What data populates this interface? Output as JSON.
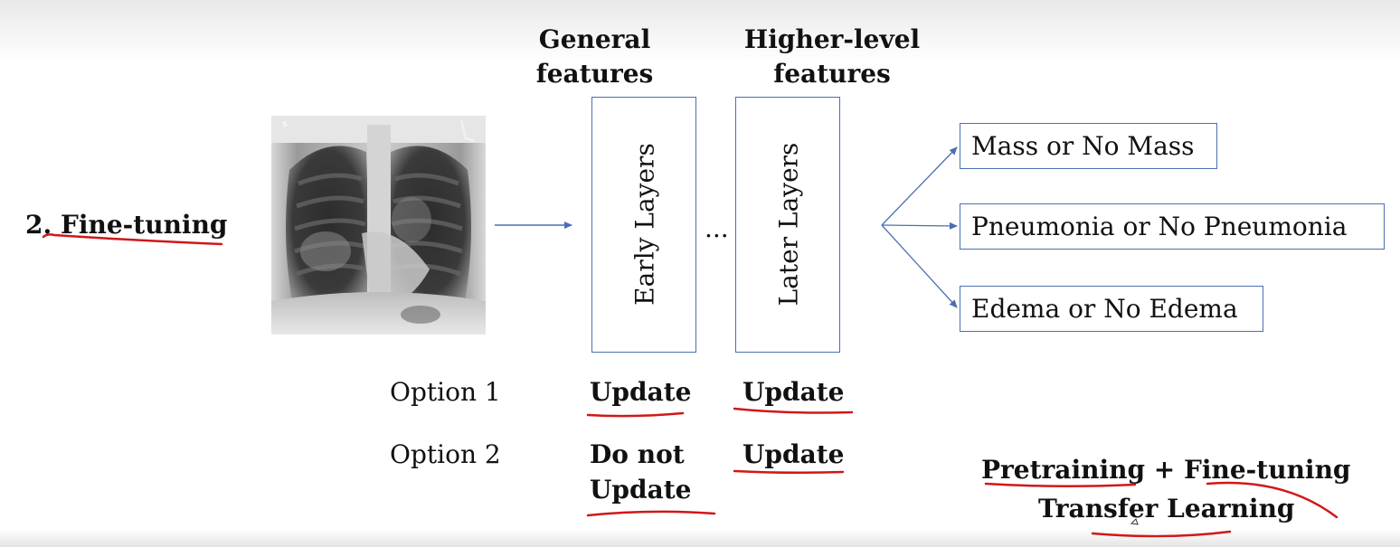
{
  "section": {
    "title": "2. Fine-tuning"
  },
  "headers": {
    "general": [
      "General",
      "features"
    ],
    "higher": [
      "Higher-level",
      "features"
    ]
  },
  "image": {
    "icon": "chest-xray-icon",
    "corner_letter": "s"
  },
  "layers": {
    "early": "Early Layers",
    "ellipsis": "...",
    "later": "Later Layers"
  },
  "outputs": [
    "Mass or No Mass",
    "Pneumonia or No Pneumonia",
    "Edema or No Edema"
  ],
  "options": [
    {
      "label": "Option 1",
      "early": [
        "Update"
      ],
      "later": "Update"
    },
    {
      "label": "Option 2",
      "early": [
        "Do not",
        "Update"
      ],
      "later": "Update"
    }
  ],
  "summary": {
    "line1": "Pretraining + Fine-tuning",
    "line2": "Transfer Learning"
  },
  "colors": {
    "arrow": "#4a6fb0",
    "underline": "#d01818"
  }
}
